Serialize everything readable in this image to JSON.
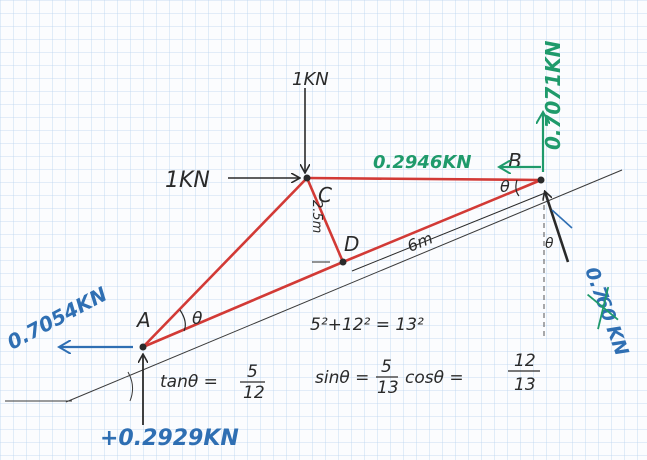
{
  "colors": {
    "grid": "#b9d3ee",
    "member": "#d23a36",
    "ink": "#2a2a2a",
    "green": "#1f9a6b",
    "blue": "#2f6fb3"
  },
  "loads": {
    "top": "1KN",
    "left": "1KN"
  },
  "nodes": {
    "a": "A",
    "b": "B",
    "c": "C",
    "d": "D"
  },
  "dims": {
    "cd": "2.5m",
    "db": "6m"
  },
  "angles": {
    "at_a": "θ",
    "at_b": "θ",
    "right_b": "θ"
  },
  "forces": {
    "ax": "0.7054KN",
    "ay": "+0.2929KN",
    "b_horizontal": "0.2946KN",
    "b_vertical": "0.7071KN",
    "b_normal_crossed": "0.7",
    "b_normal_digits": "60",
    "b_normal_unit": "KN"
  },
  "equations": {
    "tan_lhs": "tanθ =",
    "tan_num": "5",
    "tan_den": "12",
    "pyth": "5²+12² = 13²",
    "sin_lhs": "sinθ =",
    "sin_num": "5",
    "sin_den": "13",
    "cos_lhs": "cosθ =",
    "cos_num": "12",
    "cos_den": "13"
  }
}
